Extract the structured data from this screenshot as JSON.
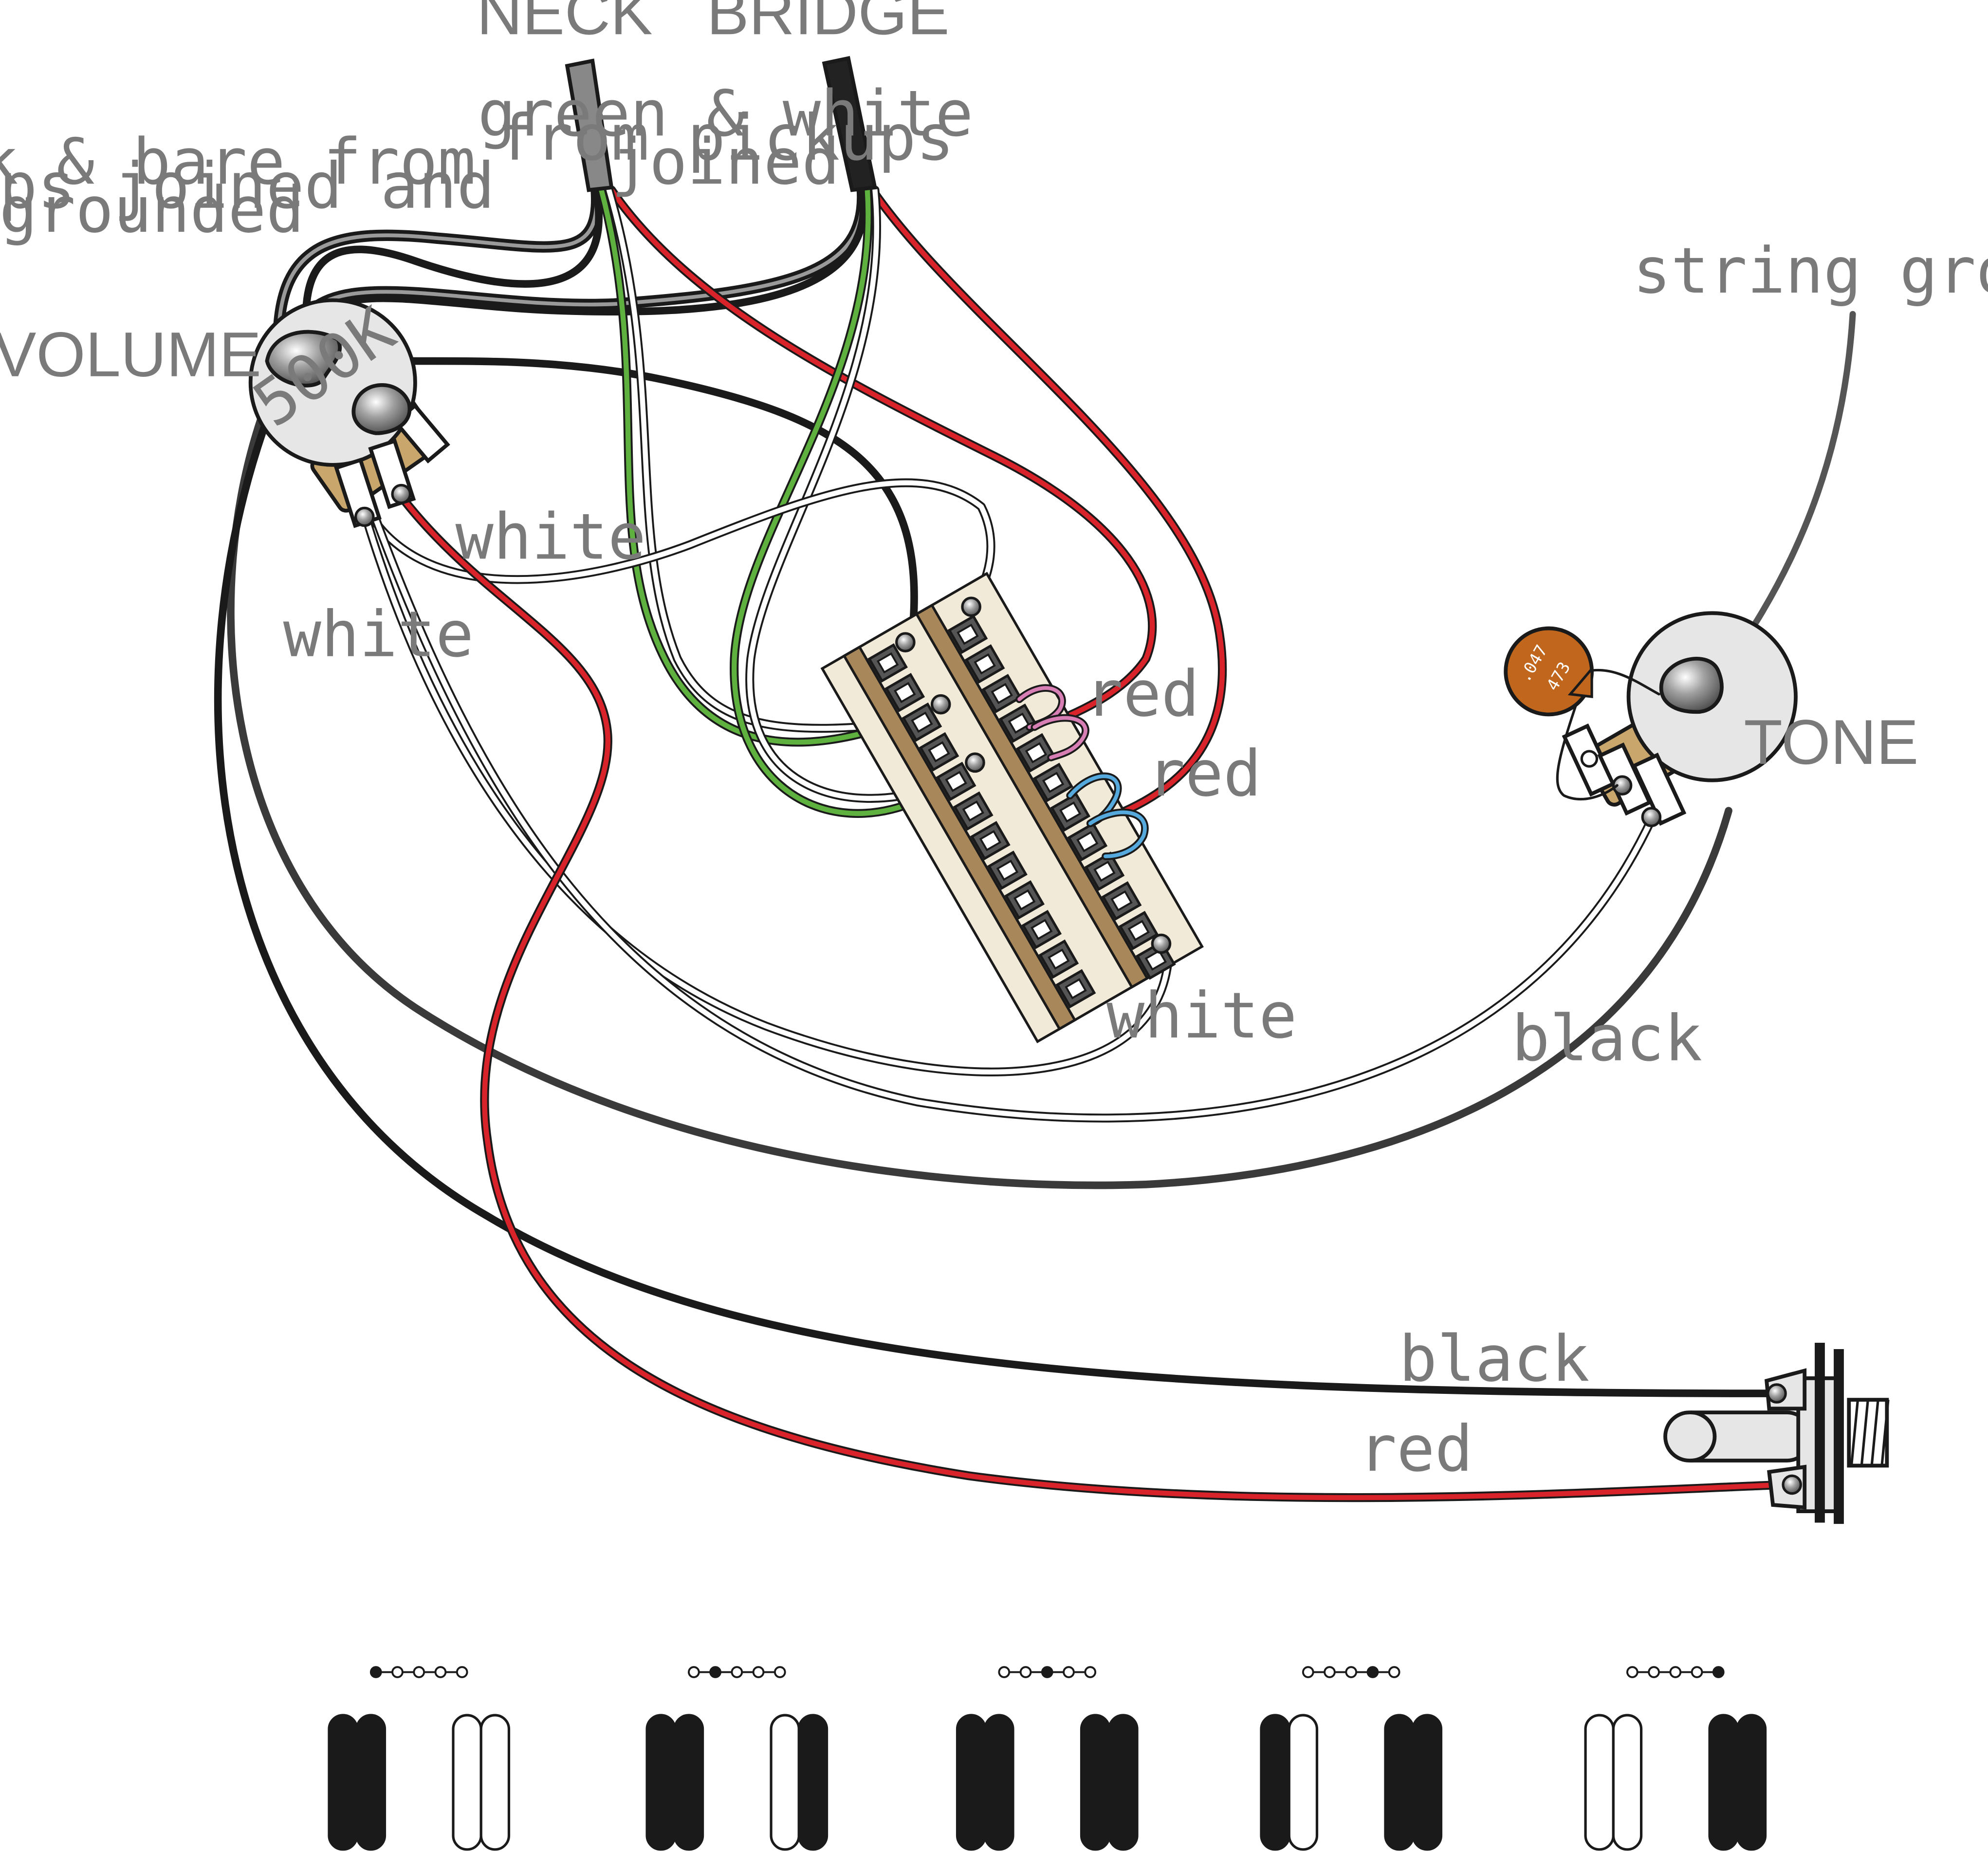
{
  "labels": {
    "neck": "NECK",
    "bridge": "BRIDGE",
    "volume": "VOLUME",
    "tone": "TONE",
    "pot_value": "500K",
    "string_ground": "string ground",
    "ground_note_1": "black & bare from",
    "ground_note_2": "pickups joined and",
    "ground_note_3": "grounded",
    "hot_note_1": "green & white",
    "hot_note_2": "from pickups",
    "hot_note_3": "joined",
    "white_1": "white",
    "white_2": "white",
    "white_3": "white",
    "red_1": "red",
    "red_2": "red",
    "red_3": "red",
    "black_1": "black",
    "black_2": "black",
    "cap_value_1": ".047",
    "cap_value_2": "473"
  },
  "colors": {
    "black_wire": "#1a1a1a",
    "dark_wire": "#3a3a3a",
    "red_wire": "#d9232a",
    "green_wire": "#5fb13f",
    "white_wire": "#ffffff",
    "gray_sleeve": "#888888",
    "pot_body": "#e6e6e6",
    "pot_lug": "#c9a66b",
    "switch_board": "#f2ead8",
    "switch_rail": "#a8875a",
    "capacitor": "#c0661d",
    "pink_jumper": "#d77fb5",
    "blue_jumper": "#56a9dc",
    "label_gray": "#7a7a7a"
  },
  "switch_positions": [
    {
      "position": 1,
      "selected": 1,
      "pickups": [
        "black",
        "black",
        "white",
        "white"
      ]
    },
    {
      "position": 2,
      "selected": 2,
      "pickups": [
        "black",
        "black",
        "white",
        "black"
      ]
    },
    {
      "position": 3,
      "selected": 3,
      "pickups": [
        "black",
        "black",
        "black",
        "black"
      ]
    },
    {
      "position": 4,
      "selected": 4,
      "pickups": [
        "black",
        "white",
        "black",
        "black"
      ]
    },
    {
      "position": 5,
      "selected": 5,
      "pickups": [
        "white",
        "white",
        "black",
        "black"
      ]
    }
  ]
}
